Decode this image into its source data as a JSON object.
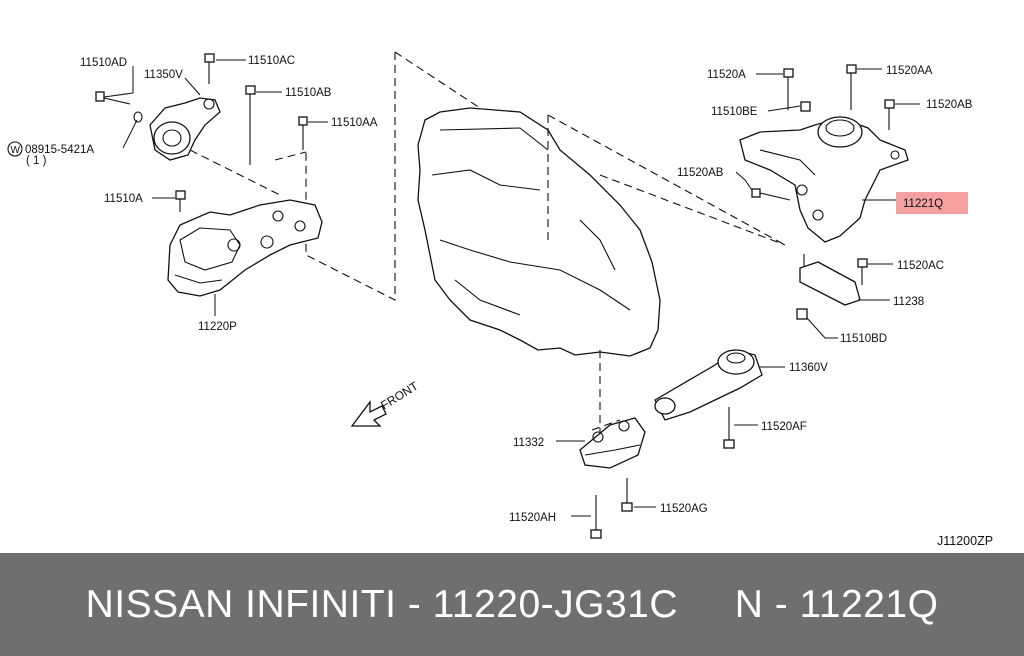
{
  "labels": {
    "p11510AD": "11510AD",
    "p11350V": "11350V",
    "p11510AC": "11510AC",
    "p11510AB": "11510AB",
    "p11510AA": "11510AA",
    "washer_line1": "08915-5421A",
    "washer_line2": "( 1 )",
    "washer_symbol": "W",
    "p11510A": "11510A",
    "p11220P": "11220P",
    "p11520A": "11520A",
    "p11520AA": "11520AA",
    "p11510BE": "11510BE",
    "p11520AB": "11520AB",
    "p11520AB_2": "11520AB",
    "p11221Q": "11221Q",
    "p11520AC": "11520AC",
    "p11238": "11238",
    "p11510BD": "11510BD",
    "p11360V": "11360V",
    "p11520AF": "11520AF",
    "p11332": "11332",
    "p11520AH": "11520AH",
    "p11520AG": "11520AG",
    "front": "FRONT",
    "diagram_code": "J11200ZP"
  },
  "highlight_color": "#f4a0a0",
  "footer": {
    "text": "NISSAN INFINITI - 11220-JG31C     N - 11221Q"
  }
}
